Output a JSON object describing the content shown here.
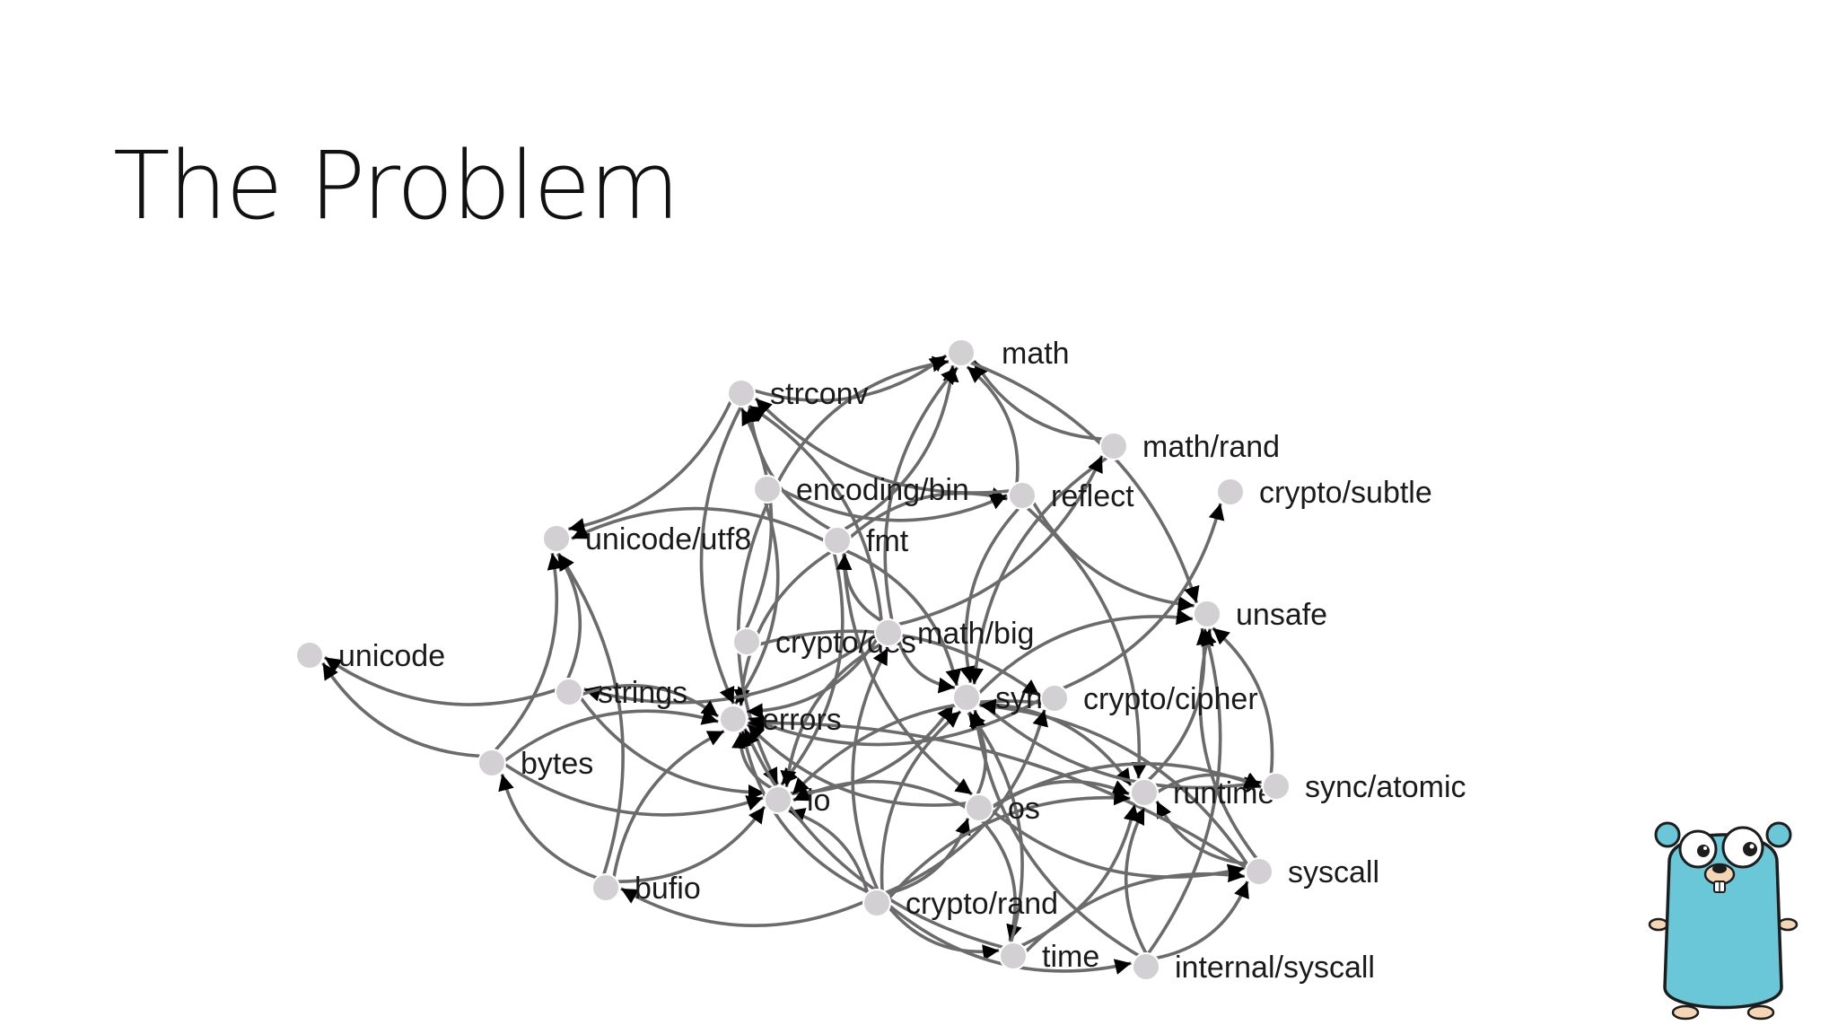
{
  "slide": {
    "title": "The Problem"
  },
  "graph": {
    "nodes": [
      {
        "id": "math",
        "label": "math"
      },
      {
        "id": "strconv",
        "label": "strconv"
      },
      {
        "id": "math_rand",
        "label": "math/rand"
      },
      {
        "id": "encoding_binary",
        "label": "encoding/bin"
      },
      {
        "id": "reflect",
        "label": "reflect"
      },
      {
        "id": "crypto_subtle",
        "label": "crypto/subtle"
      },
      {
        "id": "unicode_utf8",
        "label": "unicode/utf8"
      },
      {
        "id": "fmt",
        "label": "fmt"
      },
      {
        "id": "unsafe",
        "label": "unsafe"
      },
      {
        "id": "unicode",
        "label": "unicode"
      },
      {
        "id": "crypto_des",
        "label": "crypto/des"
      },
      {
        "id": "math_big",
        "label": "math/big"
      },
      {
        "id": "strings",
        "label": "strings"
      },
      {
        "id": "errors",
        "label": "errors"
      },
      {
        "id": "sync",
        "label": "sync"
      },
      {
        "id": "crypto_cipher",
        "label": "crypto/cipher"
      },
      {
        "id": "bytes",
        "label": "bytes"
      },
      {
        "id": "io",
        "label": "io"
      },
      {
        "id": "os",
        "label": "os"
      },
      {
        "id": "runtime",
        "label": "runtime"
      },
      {
        "id": "sync_atomic",
        "label": "sync/atomic"
      },
      {
        "id": "syscall",
        "label": "syscall"
      },
      {
        "id": "bufio",
        "label": "bufio"
      },
      {
        "id": "crypto_rand",
        "label": "crypto/rand"
      },
      {
        "id": "time",
        "label": "time"
      },
      {
        "id": "internal_syscall",
        "label": "internal/syscall"
      }
    ],
    "edges": [
      [
        "strconv",
        "math"
      ],
      [
        "strconv",
        "unicode_utf8"
      ],
      [
        "fmt",
        "math"
      ],
      [
        "fmt",
        "strconv"
      ],
      [
        "fmt",
        "unicode_utf8"
      ],
      [
        "fmt",
        "reflect"
      ],
      [
        "fmt",
        "errors"
      ],
      [
        "fmt",
        "io"
      ],
      [
        "fmt",
        "os"
      ],
      [
        "fmt",
        "sync"
      ],
      [
        "reflect",
        "math"
      ],
      [
        "reflect",
        "strconv"
      ],
      [
        "reflect",
        "unsafe"
      ],
      [
        "reflect",
        "runtime"
      ],
      [
        "reflect",
        "sync"
      ],
      [
        "math_rand",
        "math"
      ],
      [
        "math_rand",
        "sync"
      ],
      [
        "encoding_binary",
        "math"
      ],
      [
        "encoding_binary",
        "reflect"
      ],
      [
        "encoding_binary",
        "errors"
      ],
      [
        "encoding_binary",
        "io"
      ],
      [
        "math_big",
        "math"
      ],
      [
        "math_big",
        "strconv"
      ],
      [
        "math_big",
        "fmt"
      ],
      [
        "math_big",
        "math_rand"
      ],
      [
        "math_big",
        "errors"
      ],
      [
        "math_big",
        "io"
      ],
      [
        "math_big",
        "strings"
      ],
      [
        "math_big",
        "sync"
      ],
      [
        "crypto_des",
        "crypto_cipher"
      ],
      [
        "crypto_des",
        "strconv"
      ],
      [
        "strings",
        "unicode"
      ],
      [
        "strings",
        "unicode_utf8"
      ],
      [
        "strings",
        "errors"
      ],
      [
        "strings",
        "io"
      ],
      [
        "bytes",
        "unicode"
      ],
      [
        "bytes",
        "unicode_utf8"
      ],
      [
        "bytes",
        "errors"
      ],
      [
        "bytes",
        "io"
      ],
      [
        "bufio",
        "bytes"
      ],
      [
        "bufio",
        "unicode_utf8"
      ],
      [
        "bufio",
        "errors"
      ],
      [
        "bufio",
        "io"
      ],
      [
        "io",
        "errors"
      ],
      [
        "io",
        "sync"
      ],
      [
        "os",
        "errors"
      ],
      [
        "os",
        "io"
      ],
      [
        "os",
        "runtime"
      ],
      [
        "os",
        "sync"
      ],
      [
        "os",
        "sync_atomic"
      ],
      [
        "os",
        "syscall"
      ],
      [
        "os",
        "time"
      ],
      [
        "crypto_cipher",
        "crypto_subtle"
      ],
      [
        "crypto_cipher",
        "errors"
      ],
      [
        "crypto_cipher",
        "io"
      ],
      [
        "sync",
        "runtime"
      ],
      [
        "sync",
        "sync_atomic"
      ],
      [
        "sync",
        "unsafe"
      ],
      [
        "runtime",
        "unsafe"
      ],
      [
        "runtime",
        "sync_atomic"
      ],
      [
        "sync_atomic",
        "unsafe"
      ],
      [
        "syscall",
        "runtime"
      ],
      [
        "syscall",
        "sync"
      ],
      [
        "syscall",
        "unsafe"
      ],
      [
        "syscall",
        "errors"
      ],
      [
        "crypto_rand",
        "math_big"
      ],
      [
        "crypto_rand",
        "io"
      ],
      [
        "crypto_rand",
        "errors"
      ],
      [
        "crypto_rand",
        "os"
      ],
      [
        "crypto_rand",
        "sync"
      ],
      [
        "crypto_rand",
        "time"
      ],
      [
        "crypto_rand",
        "bufio"
      ],
      [
        "crypto_rand",
        "crypto_cipher"
      ],
      [
        "crypto_rand",
        "runtime"
      ],
      [
        "crypto_rand",
        "internal_syscall"
      ],
      [
        "time",
        "errors"
      ],
      [
        "time",
        "sync"
      ],
      [
        "time",
        "syscall"
      ],
      [
        "time",
        "runtime"
      ],
      [
        "internal_syscall",
        "runtime"
      ],
      [
        "internal_syscall",
        "syscall"
      ],
      [
        "internal_syscall",
        "sync"
      ],
      [
        "internal_syscall",
        "unsafe"
      ],
      [
        "math",
        "unsafe"
      ],
      [
        "strconv",
        "errors"
      ]
    ]
  },
  "colors": {
    "edge": "#6b6b6b",
    "arrow": "#000000",
    "node": "#d2d0d3",
    "gopher_body": "#6ac7d8",
    "gopher_outline": "#1d1d1d",
    "gopher_skin": "#f5d6b4"
  },
  "mascot": {
    "icon": "gopher-mascot-icon"
  }
}
